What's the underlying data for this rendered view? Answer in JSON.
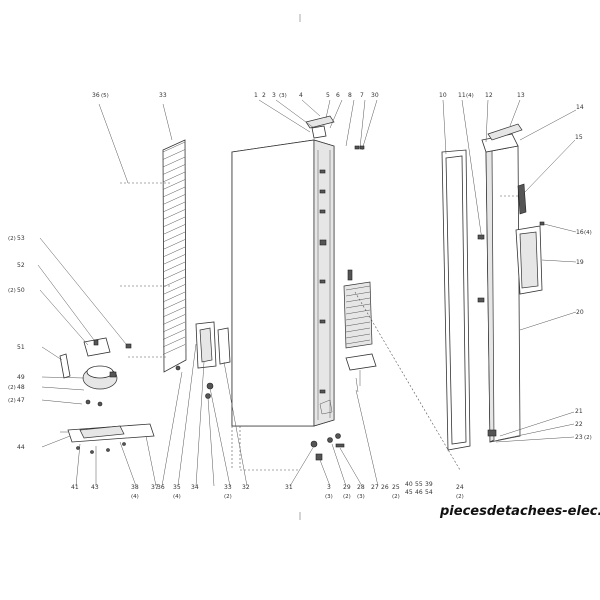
{
  "callouts": [
    {
      "id": "c36",
      "text": "36"
    },
    {
      "id": "c5a",
      "text": "(5)"
    },
    {
      "id": "c33",
      "text": "33"
    },
    {
      "id": "c1",
      "text": "1"
    },
    {
      "id": "c2",
      "text": "2"
    },
    {
      "id": "c3t",
      "text": "3"
    },
    {
      "id": "c3p",
      "text": "(3)"
    },
    {
      "id": "c4",
      "text": "4"
    },
    {
      "id": "c5",
      "text": "5"
    },
    {
      "id": "c6",
      "text": "6"
    },
    {
      "id": "c8",
      "text": "8"
    },
    {
      "id": "c7",
      "text": "7"
    },
    {
      "id": "c30t",
      "text": "30"
    },
    {
      "id": "c10",
      "text": "10"
    },
    {
      "id": "c11",
      "text": "11"
    },
    {
      "id": "c11p",
      "text": "(4)"
    },
    {
      "id": "c12",
      "text": "12"
    },
    {
      "id": "c13",
      "text": "13"
    },
    {
      "id": "c14",
      "text": "14"
    },
    {
      "id": "c15",
      "text": "15"
    },
    {
      "id": "c16",
      "text": "16"
    },
    {
      "id": "c16p",
      "text": "(4)"
    },
    {
      "id": "c19",
      "text": "19"
    },
    {
      "id": "c20",
      "text": "20"
    },
    {
      "id": "c21",
      "text": "21"
    },
    {
      "id": "c22",
      "text": "22"
    },
    {
      "id": "c23",
      "text": "23"
    },
    {
      "id": "c23p",
      "text": "(2)"
    },
    {
      "id": "c53p",
      "text": "(2)"
    },
    {
      "id": "c53",
      "text": "53"
    },
    {
      "id": "c52",
      "text": "52"
    },
    {
      "id": "c50p",
      "text": "(2)"
    },
    {
      "id": "c50",
      "text": "50"
    },
    {
      "id": "c51",
      "text": "51"
    },
    {
      "id": "c49",
      "text": "49"
    },
    {
      "id": "c48p",
      "text": "(2)"
    },
    {
      "id": "c48",
      "text": "48"
    },
    {
      "id": "c47p",
      "text": "(2)"
    },
    {
      "id": "c47",
      "text": "47"
    },
    {
      "id": "c44",
      "text": "44"
    },
    {
      "id": "c41",
      "text": "41"
    },
    {
      "id": "c43",
      "text": "43"
    },
    {
      "id": "c38",
      "text": "38"
    },
    {
      "id": "c38p",
      "text": "(4)"
    },
    {
      "id": "c37",
      "text": "37"
    },
    {
      "id": "c36b",
      "text": "36"
    },
    {
      "id": "c35",
      "text": "35"
    },
    {
      "id": "c35p",
      "text": "(4)"
    },
    {
      "id": "c34",
      "text": "34"
    },
    {
      "id": "c33b",
      "text": "33"
    },
    {
      "id": "c33p",
      "text": "(2)"
    },
    {
      "id": "c32",
      "text": "32"
    },
    {
      "id": "c31",
      "text": "31"
    },
    {
      "id": "c3b",
      "text": "3"
    },
    {
      "id": "c3bp",
      "text": "(3)"
    },
    {
      "id": "c29",
      "text": "29"
    },
    {
      "id": "c29p",
      "text": "(2)"
    },
    {
      "id": "c28",
      "text": "28"
    },
    {
      "id": "c28p",
      "text": "(3)"
    },
    {
      "id": "c27",
      "text": "27"
    },
    {
      "id": "c26",
      "text": "26"
    },
    {
      "id": "c25",
      "text": "25"
    },
    {
      "id": "c25p",
      "text": "(2)"
    },
    {
      "id": "c24",
      "text": "24"
    },
    {
      "id": "c24p",
      "text": "(2)"
    },
    {
      "id": "c40",
      "text": "40"
    },
    {
      "id": "c55",
      "text": "55"
    },
    {
      "id": "c39",
      "text": "39"
    },
    {
      "id": "c45",
      "text": "45"
    },
    {
      "id": "c46",
      "text": "46"
    },
    {
      "id": "c54",
      "text": "54"
    }
  ],
  "watermark": "piecesdetachees-elec.com"
}
